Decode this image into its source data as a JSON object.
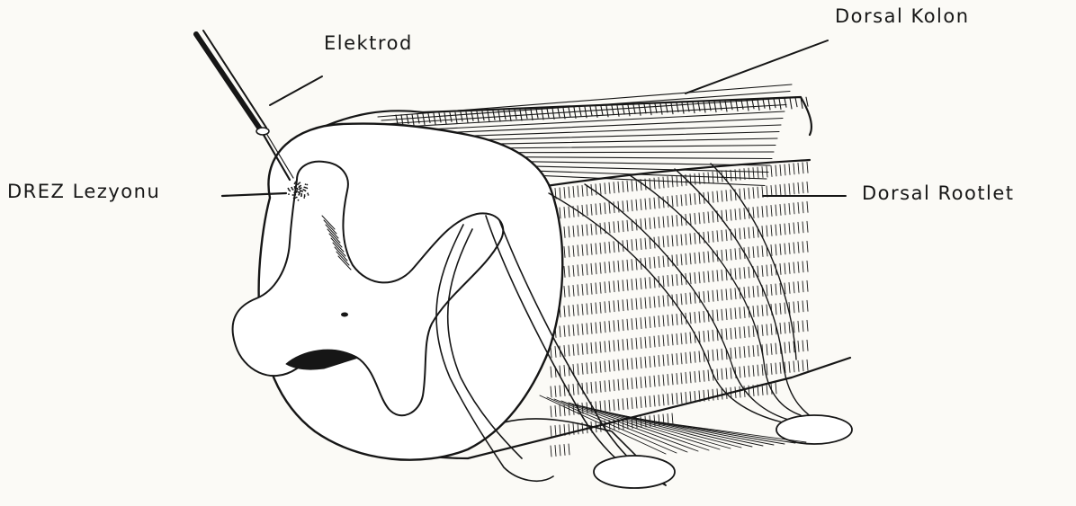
{
  "labels": {
    "electrode": "Elektrod",
    "dorsal_column": "Dorsal Kolon",
    "drez_lesion": "DREZ Lezyonu",
    "dorsal_rootlet": "Dorsal Rootlet"
  },
  "colors": {
    "ink": "#161616",
    "paper": "#fbfaf6",
    "matter": "#ffffff"
  }
}
